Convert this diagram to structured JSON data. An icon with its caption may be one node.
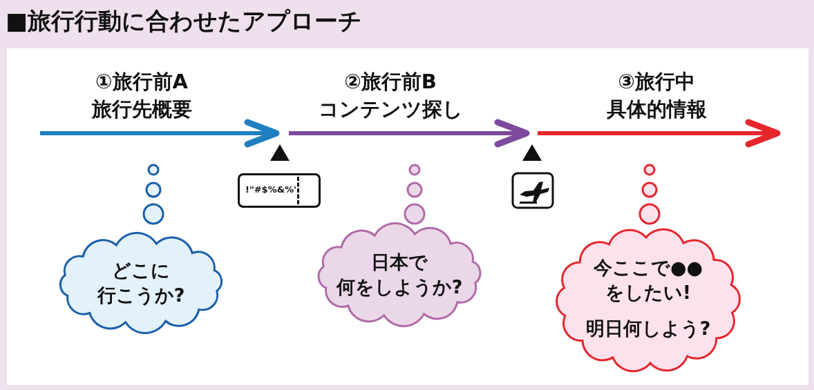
{
  "diagram": {
    "title": "■旅行行動に合わせたアプローチ",
    "nodes": [
      {
        "text": [
          "!\"#$%&%'"
        ]
      },
      {
        "text": [
          "どこに行こうか?"
        ]
      },
      {
        "text": [
          "日本で何をしようか?"
        ]
      },
      {
        "text": [
          "今ここで●●をしたい!",
          "明日何しよう?"
        ]
      }
    ],
    "labels": [
      "①旅行前A",
      "旅行先概要",
      "②旅行前B",
      "コンテンツ探し",
      "③旅行中",
      "具体的情報"
    ]
  }
}
